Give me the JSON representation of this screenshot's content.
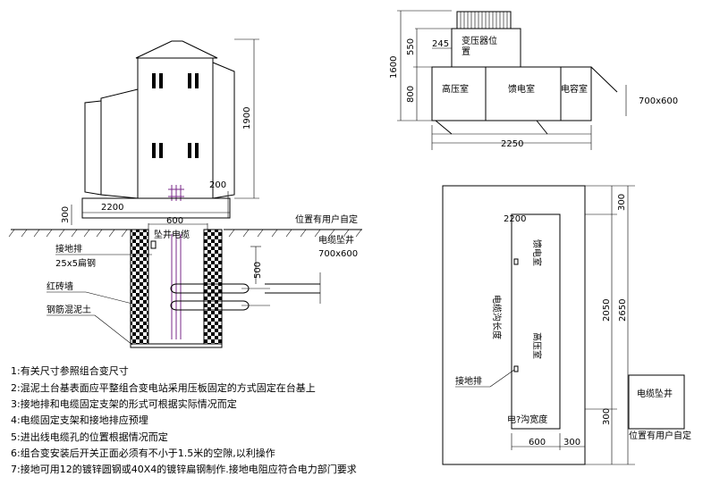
{
  "elevation": {
    "dim_1900": "1900",
    "dim_200": "200",
    "dim_300": "300",
    "dim_2200": "2200",
    "dim_600": "600",
    "dim_500": "500",
    "label_pit": "坠井电缆",
    "label_grounding_bar": "接地排",
    "label_flat_steel": "25x5扁钢",
    "label_red_brick": "红砖墙",
    "label_concrete": "钢筋混泥土",
    "label_user_position": "位置有用户自定",
    "label_cable_pit": "电缆坠井",
    "label_cable_pit_size": "700x600"
  },
  "top_plan": {
    "dim_1600": "1600",
    "dim_550": "550",
    "dim_800": "800",
    "dim_245": "245",
    "dim_2250": "2250",
    "label_transformer_line1": "变压器位",
    "label_transformer_line2": "置",
    "label_hv_room": "高压室",
    "label_feeder_room": "馈电室",
    "label_capacitor_room": "电容室",
    "label_size": "700x600"
  },
  "foundation_plan": {
    "dim_300_top": "300",
    "dim_2050": "2050",
    "dim_2650": "2650",
    "dim_300_bottom": "300",
    "dim_2200": "2200",
    "dim_600": "600",
    "dim_300_right": "300",
    "label_feeder_room": "馈电室",
    "label_cable_trench": "电缆沟长度",
    "label_hv_room": "高压室",
    "label_grounding_bar": "接地排",
    "label_trench_width": "电?沟宽度",
    "label_cable_pit": "电缆坠井",
    "label_user_position": "位置有用户自定"
  },
  "notes": [
    "1:有关尺寸参照组合变尺寸",
    "2:混泥土台基表面应平整组合变电站采用压板固定的方式固定在台基上",
    "3:接地排和电缆固定支架的形式可根据实际情况而定",
    "4:电缆固定支架和接地排应预埋",
    "5:进出线电缆孔的位置根据情况而定",
    "6:组合变安装后开关正面必须有不小于1.5米的空隙,以利操作",
    "7:接地可用12的镀锌圆钢或40X4的镀锌扁钢制作.接地电阻应符合电力部门要求"
  ]
}
